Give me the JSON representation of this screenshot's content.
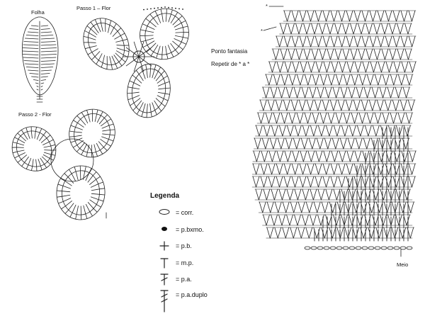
{
  "labels": {
    "folha": "Folha",
    "passo1": "Passo 1 – Flor",
    "passo2": "Passo 2 - Flor",
    "ponto_fantasia": "Ponto fantasia",
    "repetir": "Repetir de * a *",
    "meio": "Meio",
    "asterisk": "*"
  },
  "legend": {
    "title": "Legenda",
    "items": [
      {
        "symbol": "chain-oval",
        "text": "= corr."
      },
      {
        "symbol": "slip-stitch-dot",
        "text": "= p.bxmo."
      },
      {
        "symbol": "single-crochet-cross",
        "text": "= p.b."
      },
      {
        "symbol": "half-double-t",
        "text": "= m.p."
      },
      {
        "symbol": "double-crochet-t",
        "text": "= p.a."
      },
      {
        "symbol": "treble-crochet-t",
        "text": "= p.a.duplo"
      }
    ]
  },
  "colors": {
    "ink": "#222222",
    "paper": "#ffffff"
  }
}
